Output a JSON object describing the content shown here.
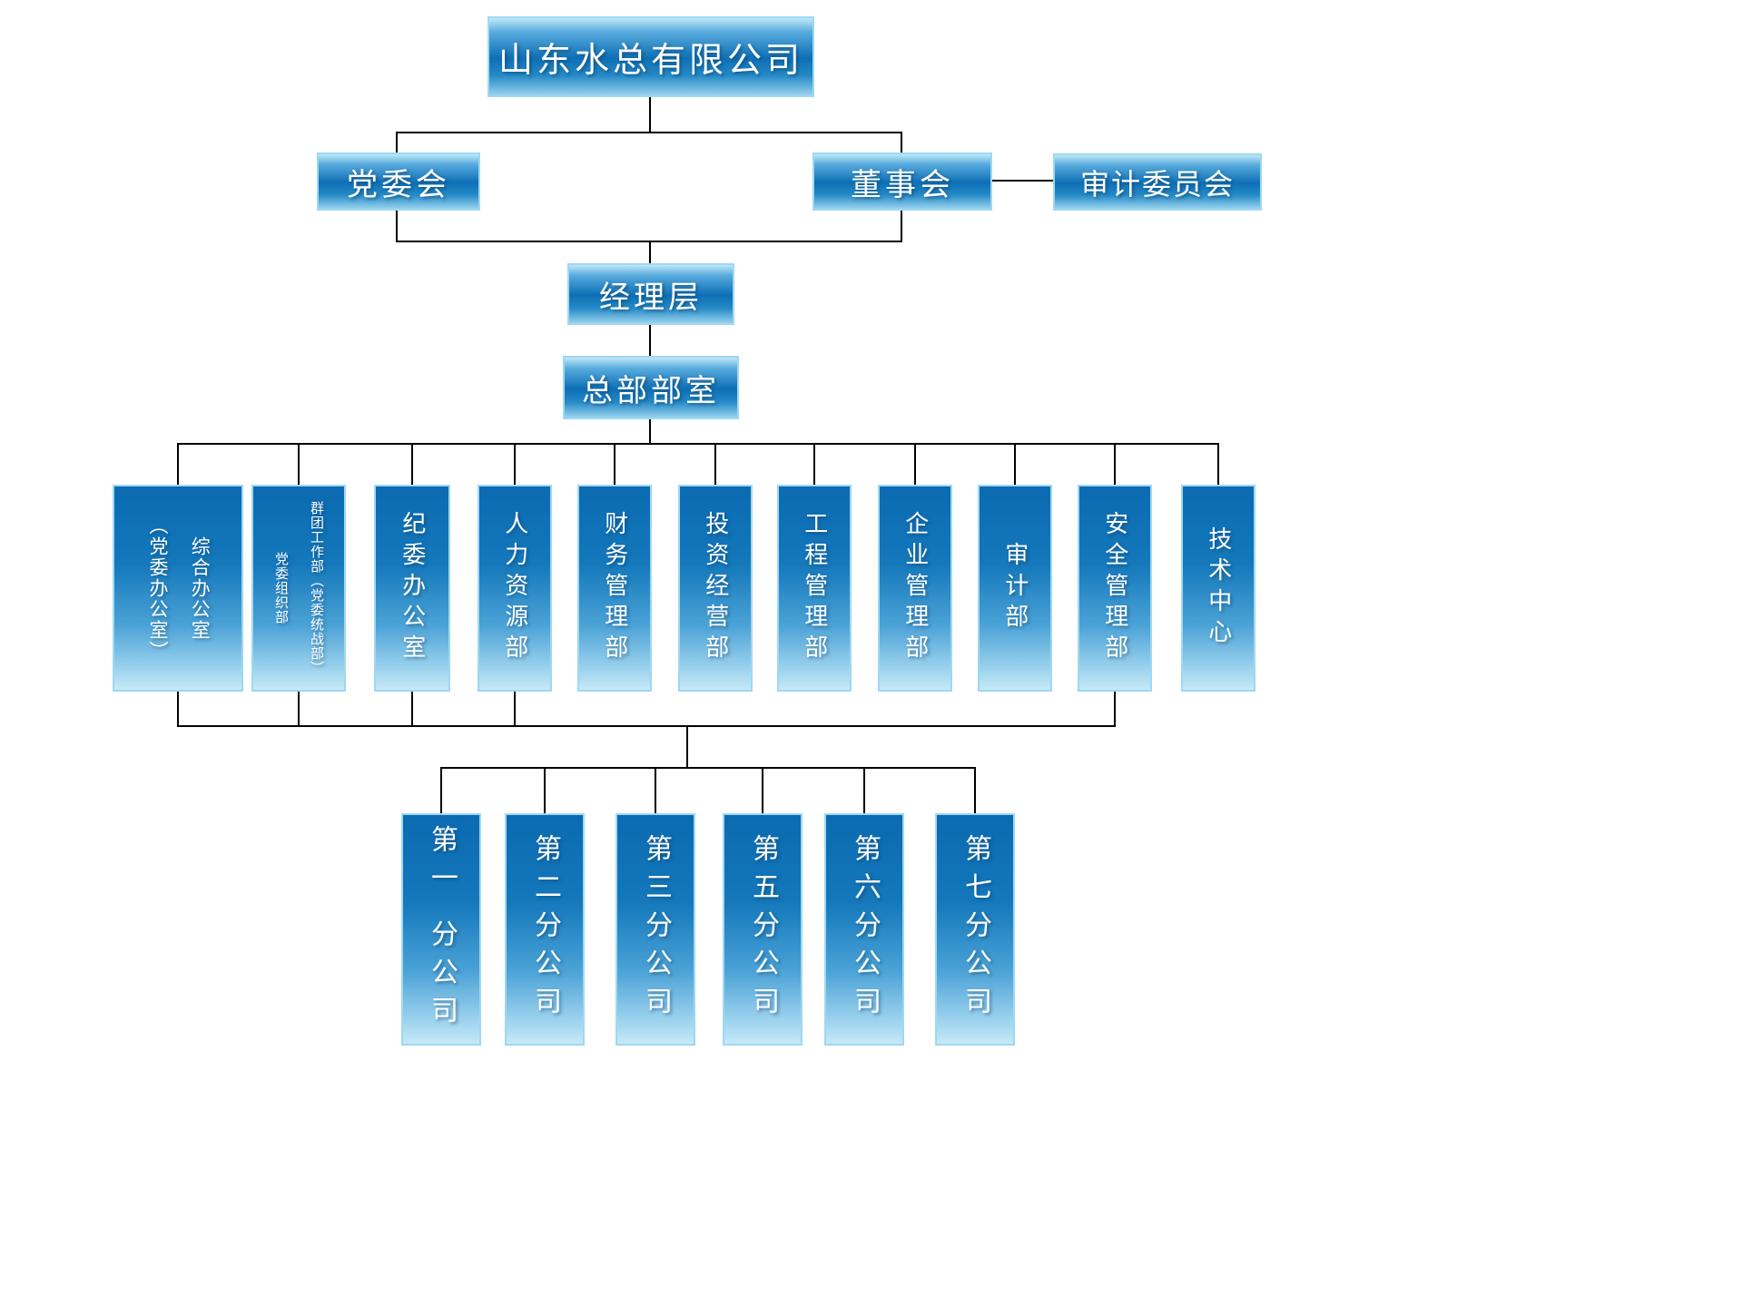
{
  "chart": {
    "root": "山东水总有限公司",
    "party_committee": "党委会",
    "board": "董事会",
    "audit_committee": "审计委员会",
    "management": "经理层",
    "headquarters": "总部部室"
  },
  "departments": [
    {
      "label": [
        "综合办公室",
        "（党委办公室）"
      ]
    },
    {
      "label": [
        "群团工作部（党委统战部）",
        "党委组织部"
      ]
    },
    {
      "label": "纪委办公室"
    },
    {
      "label": "人力资源部"
    },
    {
      "label": "财务管理部"
    },
    {
      "label": "投资经营部"
    },
    {
      "label": "工程管理部"
    },
    {
      "label": "企业管理部"
    },
    {
      "label": "审计部"
    },
    {
      "label": "安全管理部"
    },
    {
      "label": "技术中心"
    }
  ],
  "branches": [
    {
      "label": "第一 分公司"
    },
    {
      "label": "第二分公司"
    },
    {
      "label": "第三分公司"
    },
    {
      "label": "第五分公司"
    },
    {
      "label": "第六分公司"
    },
    {
      "label": "第七分公司"
    }
  ],
  "colors": {
    "box_blue_dark": "#0e6fb5",
    "box_blue_light": "#bfe9f8",
    "box_border": "#9ed8f2",
    "text": "#ffffff",
    "connector": "#000000"
  }
}
